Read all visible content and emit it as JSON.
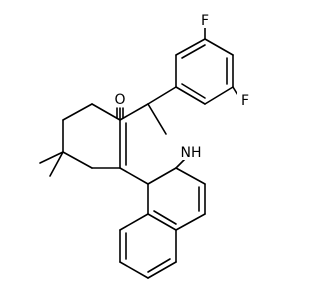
{
  "structure": {
    "atom_labels": {
      "fluorine_top": "F",
      "fluorine_right": "F",
      "oxygen": "O",
      "nitrogen_h": "NH"
    }
  }
}
